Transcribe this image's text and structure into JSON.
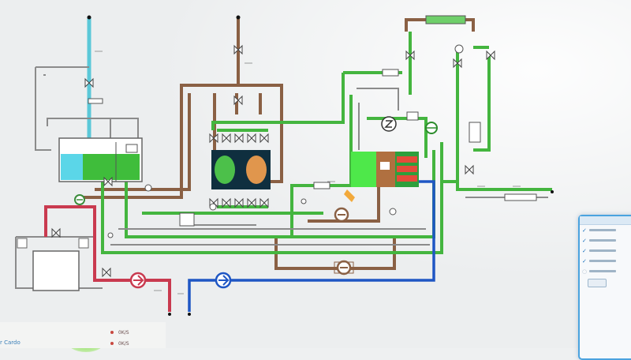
{
  "colors": {
    "water": "#5bc8d8",
    "green_loop": "#44b53f",
    "brown_loop": "#8a6044",
    "red_line": "#c93a4f",
    "blue_line": "#1f56c4",
    "gray_line": "#7a7a7a",
    "panel_border": "#4aa3df"
  },
  "icons": [
    "valve-icon",
    "pump-icon",
    "heat-exchanger-icon",
    "tank-icon",
    "check-icon"
  ],
  "side_panel": {
    "rows": [
      {
        "checked": true
      },
      {
        "checked": true
      },
      {
        "checked": true
      },
      {
        "checked": true
      },
      {
        "checked": false
      }
    ]
  },
  "legend": {
    "item1": "0K/S",
    "item2": "0K/S"
  },
  "corner_label": "r Cardo"
}
